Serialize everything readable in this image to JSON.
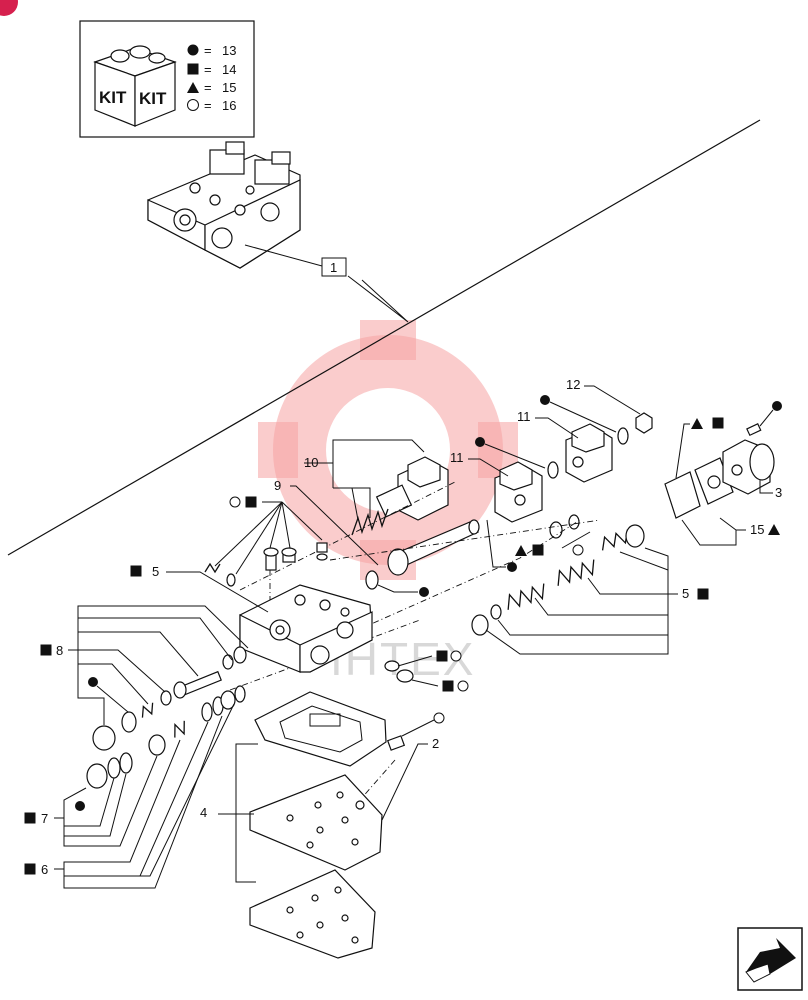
{
  "legend": {
    "kit_label_1": "KIT",
    "kit_label_2": "KIT",
    "rows": [
      {
        "symbol": "circle-filled",
        "eq": "=",
        "value": "13"
      },
      {
        "symbol": "square-filled",
        "eq": "=",
        "value": "14"
      },
      {
        "symbol": "triangle-filled",
        "eq": "=",
        "value": "15"
      },
      {
        "symbol": "circle-open",
        "eq": "=",
        "value": "16"
      }
    ]
  },
  "callouts": {
    "c1": "1",
    "c2": "2",
    "c3": "3",
    "c4": "4",
    "c5a": "5",
    "c5b": "5",
    "c6": "6",
    "c7": "7",
    "c8": "8",
    "c9": "9",
    "c10": "10",
    "c11a": "11",
    "c11b": "11",
    "c12": "12",
    "c15": "15"
  },
  "watermark": {
    "text": "IHTEX"
  },
  "colors": {
    "line": "#111111",
    "watermark": "#f5a3a3",
    "badge": "#d6204e"
  },
  "icons": {
    "corner_badge": "badge-icon",
    "next_page": "next-page-arrow-icon"
  }
}
